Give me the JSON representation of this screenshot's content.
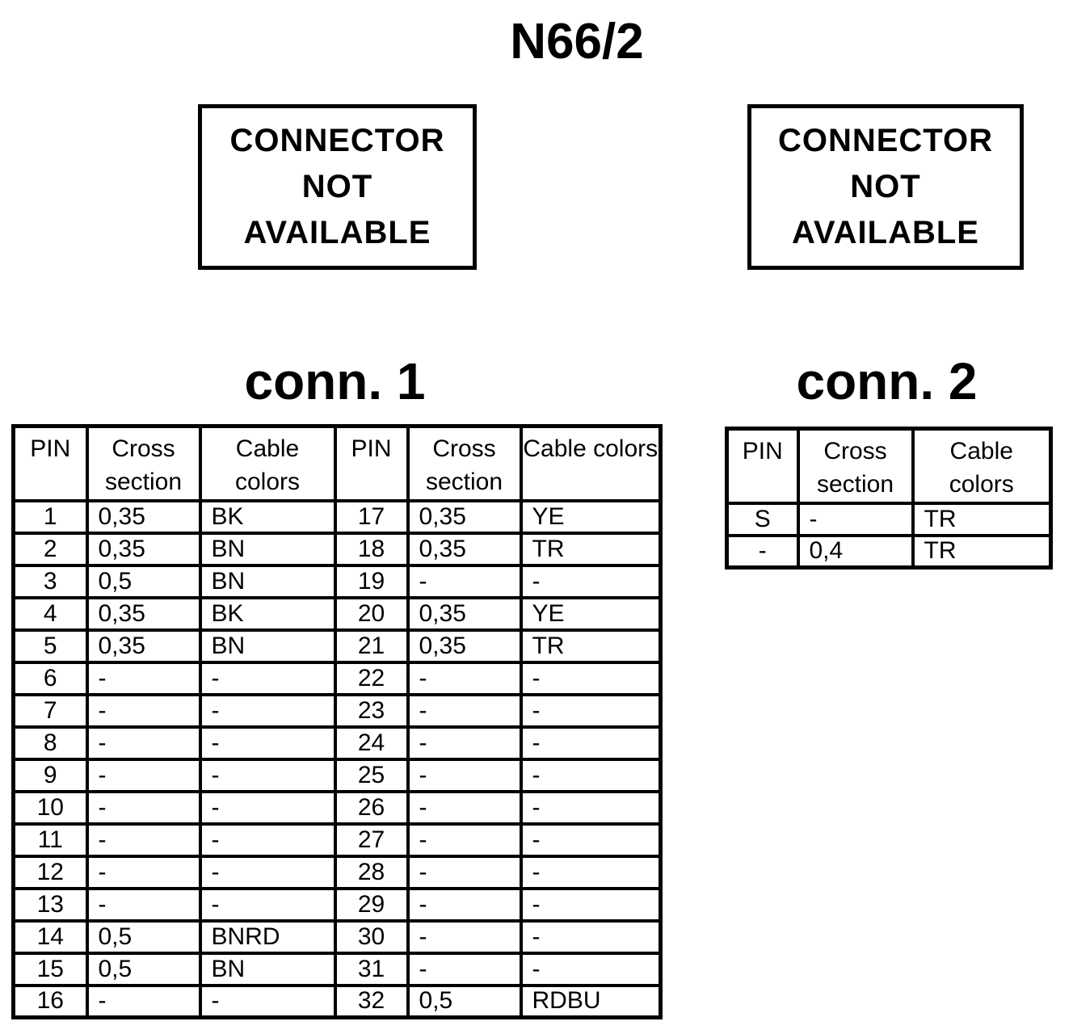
{
  "page_title": "N66/2",
  "notice_left": {
    "lines": [
      "CONNECTOR",
      "NOT",
      "AVAILABLE"
    ]
  },
  "notice_right": {
    "lines": [
      "CONNECTOR",
      "NOT",
      "AVAILABLE"
    ]
  },
  "conn1": {
    "title": "conn. 1",
    "headers": [
      "PIN",
      "Cross section",
      "Cable colors",
      "PIN",
      "Cross section",
      "Cable colors"
    ],
    "rows": [
      [
        "1",
        "0,35",
        "BK",
        "17",
        "0,35",
        "YE"
      ],
      [
        "2",
        "0,35",
        "BN",
        "18",
        "0,35",
        "TR"
      ],
      [
        "3",
        "0,5",
        "BN",
        "19",
        "-",
        "-"
      ],
      [
        "4",
        "0,35",
        "BK",
        "20",
        "0,35",
        "YE"
      ],
      [
        "5",
        "0,35",
        "BN",
        "21",
        "0,35",
        "TR"
      ],
      [
        "6",
        "-",
        "-",
        "22",
        "-",
        "-"
      ],
      [
        "7",
        "-",
        "-",
        "23",
        "-",
        "-"
      ],
      [
        "8",
        "-",
        "-",
        "24",
        "-",
        "-"
      ],
      [
        "9",
        "-",
        "-",
        "25",
        "-",
        "-"
      ],
      [
        "10",
        "-",
        "-",
        "26",
        "-",
        "-"
      ],
      [
        "11",
        "-",
        "-",
        "27",
        "-",
        "-"
      ],
      [
        "12",
        "-",
        "-",
        "28",
        "-",
        "-"
      ],
      [
        "13",
        "-",
        "-",
        "29",
        "-",
        "-"
      ],
      [
        "14",
        "0,5",
        "BNRD",
        "30",
        "-",
        "-"
      ],
      [
        "15",
        "0,5",
        "BN",
        "31",
        "-",
        "-"
      ],
      [
        "16",
        "-",
        "-",
        "32",
        "0,5",
        "RDBU"
      ]
    ]
  },
  "conn2": {
    "title": "conn. 2",
    "headers": [
      "PIN",
      "Cross section",
      "Cable colors"
    ],
    "rows": [
      [
        "S",
        "-",
        "TR"
      ],
      [
        "-",
        "0,4",
        "TR"
      ]
    ]
  },
  "colors": {
    "ink": "#000000",
    "background": "#ffffff"
  }
}
